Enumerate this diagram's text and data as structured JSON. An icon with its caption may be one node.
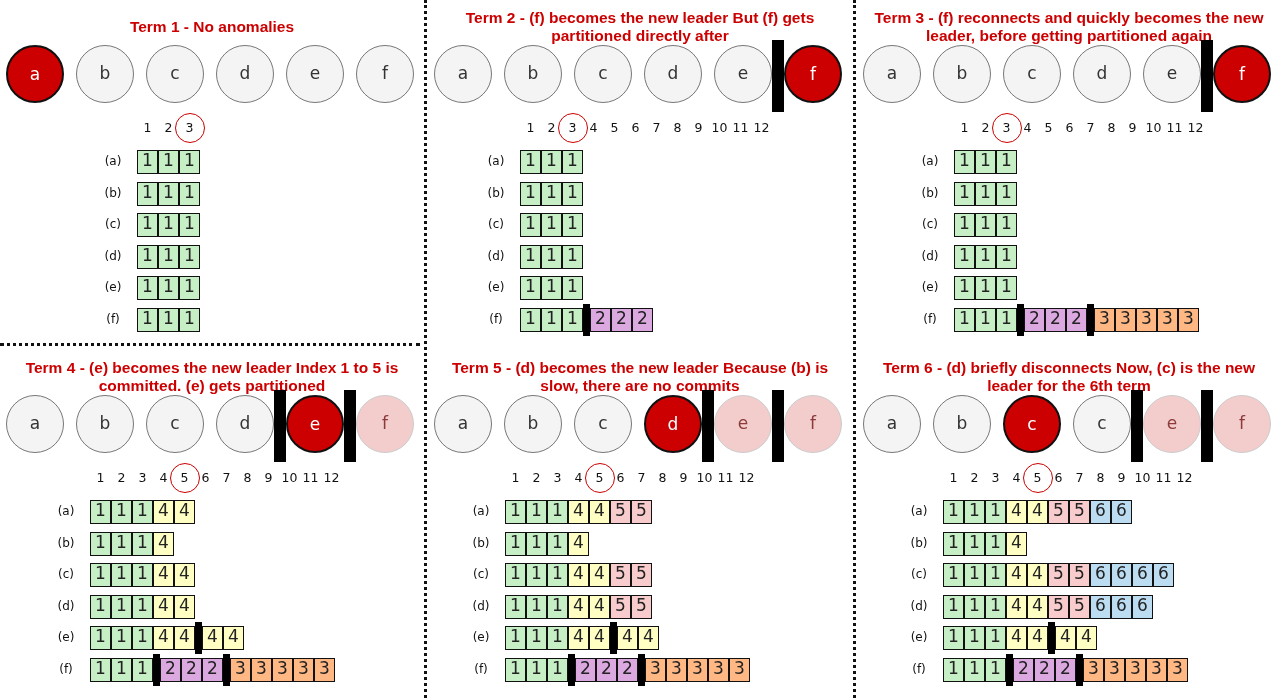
{
  "diagram": {
    "nodes": [
      {
        "text": [
          "a"
        ]
      },
      {
        "text": [
          "b"
        ]
      },
      {
        "text": [
          "c"
        ]
      },
      {
        "text": [
          "d"
        ]
      },
      {
        "text": [
          "e"
        ]
      },
      {
        "text": [
          "f"
        ]
      },
      {
        "text": [
          "1"
        ]
      },
      {
        "text": [
          "1"
        ]
      },
      {
        "text": [
          "1"
        ]
      },
      {
        "text": [
          "1"
        ]
      },
      {
        "text": [
          "1"
        ]
      },
      {
        "text": [
          "1"
        ]
      },
      {
        "text": [
          "1"
        ]
      },
      {
        "text": [
          "1"
        ]
      },
      {
        "text": [
          "1"
        ]
      },
      {
        "text": [
          "1"
        ]
      },
      {
        "text": [
          "1"
        ]
      },
      {
        "text": [
          "1"
        ]
      },
      {
        "text": [
          "1"
        ]
      },
      {
        "text": [
          "1"
        ]
      },
      {
        "text": [
          "1"
        ]
      },
      {
        "text": [
          "1"
        ]
      },
      {
        "text": [
          "1"
        ]
      },
      {
        "text": [
          "1"
        ]
      },
      {
        "text": [
          "a"
        ]
      },
      {
        "text": [
          "b"
        ]
      },
      {
        "text": [
          "c"
        ]
      },
      {
        "text": [
          "d"
        ]
      },
      {
        "text": [
          "e"
        ]
      },
      {
        "text": [
          "f"
        ]
      },
      {
        "text": [
          "1"
        ]
      },
      {
        "text": [
          "1"
        ]
      },
      {
        "text": [
          "1"
        ]
      },
      {
        "text": [
          "1"
        ]
      },
      {
        "text": [
          "1"
        ]
      },
      {
        "text": [
          "1"
        ]
      },
      {
        "text": [
          "1"
        ]
      },
      {
        "text": [
          "1"
        ]
      },
      {
        "text": [
          "1"
        ]
      },
      {
        "text": [
          "1"
        ]
      },
      {
        "text": [
          "1"
        ]
      },
      {
        "text": [
          "1"
        ]
      },
      {
        "text": [
          "1"
        ]
      },
      {
        "text": [
          "1"
        ]
      },
      {
        "text": [
          "1"
        ]
      },
      {
        "text": [
          "1"
        ]
      },
      {
        "text": [
          "1"
        ]
      },
      {
        "text": [
          "1"
        ]
      },
      {
        "text": [
          "2"
        ]
      },
      {
        "text": [
          "2"
        ]
      },
      {
        "text": [
          "2"
        ]
      },
      {
        "text": [
          "a"
        ]
      },
      {
        "text": [
          "b"
        ]
      },
      {
        "text": [
          "c"
        ]
      },
      {
        "text": [
          "d"
        ]
      },
      {
        "text": [
          "e"
        ]
      },
      {
        "text": [
          "f"
        ]
      },
      {
        "text": [
          "1"
        ]
      },
      {
        "text": [
          "1"
        ]
      },
      {
        "text": [
          "1"
        ]
      },
      {
        "text": [
          "1"
        ]
      },
      {
        "text": [
          "1"
        ]
      },
      {
        "text": [
          "1"
        ]
      },
      {
        "text": [
          "1"
        ]
      },
      {
        "text": [
          "1"
        ]
      },
      {
        "text": [
          "1"
        ]
      },
      {
        "text": [
          "1"
        ]
      },
      {
        "text": [
          "1"
        ]
      },
      {
        "text": [
          "1"
        ]
      },
      {
        "text": [
          "1"
        ]
      },
      {
        "text": [
          "1"
        ]
      },
      {
        "text": [
          "1"
        ]
      },
      {
        "text": [
          "1"
        ]
      },
      {
        "text": [
          "1"
        ]
      },
      {
        "text": [
          "1"
        ]
      },
      {
        "text": [
          "2"
        ]
      },
      {
        "text": [
          "2"
        ]
      },
      {
        "text": [
          "2"
        ]
      },
      {
        "text": [
          "3"
        ]
      },
      {
        "text": [
          "3"
        ]
      },
      {
        "text": [
          "3"
        ]
      },
      {
        "text": [
          "3"
        ]
      },
      {
        "text": [
          "3"
        ]
      },
      {
        "text": [
          "a"
        ]
      },
      {
        "text": [
          "b"
        ]
      },
      {
        "text": [
          "c"
        ]
      },
      {
        "text": [
          "d"
        ]
      },
      {
        "text": [
          "e"
        ]
      },
      {
        "text": [
          "f"
        ]
      },
      {
        "text": [
          "1"
        ]
      },
      {
        "text": [
          "1"
        ]
      },
      {
        "text": [
          "1"
        ]
      },
      {
        "text": [
          "4"
        ]
      },
      {
        "text": [
          "4"
        ]
      },
      {
        "text": [
          "1"
        ]
      },
      {
        "text": [
          "1"
        ]
      },
      {
        "text": [
          "1"
        ]
      },
      {
        "text": [
          "4"
        ]
      },
      {
        "text": [
          "1"
        ]
      },
      {
        "text": [
          "1"
        ]
      },
      {
        "text": [
          "1"
        ]
      },
      {
        "text": [
          "4"
        ]
      },
      {
        "text": [
          "4"
        ]
      },
      {
        "text": [
          "1"
        ]
      },
      {
        "text": [
          "1"
        ]
      },
      {
        "text": [
          "1"
        ]
      },
      {
        "text": [
          "4"
        ]
      },
      {
        "text": [
          "4"
        ]
      },
      {
        "text": [
          "1"
        ]
      },
      {
        "text": [
          "1"
        ]
      },
      {
        "text": [
          "1"
        ]
      },
      {
        "text": [
          "4"
        ]
      },
      {
        "text": [
          "4"
        ]
      },
      {
        "text": [
          "4"
        ]
      },
      {
        "text": [
          "4"
        ]
      },
      {
        "text": [
          "1"
        ]
      },
      {
        "text": [
          "1"
        ]
      },
      {
        "text": [
          "1"
        ]
      },
      {
        "text": [
          "2"
        ]
      },
      {
        "text": [
          "2"
        ]
      },
      {
        "text": [
          "2"
        ]
      },
      {
        "text": [
          "3"
        ]
      },
      {
        "text": [
          "3"
        ]
      },
      {
        "text": [
          "3"
        ]
      },
      {
        "text": [
          "3"
        ]
      },
      {
        "text": [
          "3"
        ]
      },
      {
        "text": [
          "a"
        ]
      },
      {
        "text": [
          "b"
        ]
      },
      {
        "text": [
          "c"
        ]
      },
      {
        "text": [
          "d"
        ]
      },
      {
        "text": [
          "e"
        ]
      },
      {
        "text": [
          "f"
        ]
      },
      {
        "text": [
          "1"
        ]
      },
      {
        "text": [
          "1"
        ]
      },
      {
        "text": [
          "1"
        ]
      },
      {
        "text": [
          "4"
        ]
      },
      {
        "text": [
          "4"
        ]
      },
      {
        "text": [
          "5"
        ]
      },
      {
        "text": [
          "5"
        ]
      },
      {
        "text": [
          "1"
        ]
      },
      {
        "text": [
          "1"
        ]
      },
      {
        "text": [
          "1"
        ]
      },
      {
        "text": [
          "4"
        ]
      },
      {
        "text": [
          "1"
        ]
      },
      {
        "text": [
          "1"
        ]
      },
      {
        "text": [
          "1"
        ]
      },
      {
        "text": [
          "4"
        ]
      },
      {
        "text": [
          "4"
        ]
      },
      {
        "text": [
          "5"
        ]
      },
      {
        "text": [
          "5"
        ]
      },
      {
        "text": [
          "1"
        ]
      },
      {
        "text": [
          "1"
        ]
      },
      {
        "text": [
          "1"
        ]
      },
      {
        "text": [
          "4"
        ]
      },
      {
        "text": [
          "4"
        ]
      },
      {
        "text": [
          "5"
        ]
      },
      {
        "text": [
          "5"
        ]
      },
      {
        "text": [
          "1"
        ]
      },
      {
        "text": [
          "1"
        ]
      },
      {
        "text": [
          "1"
        ]
      },
      {
        "text": [
          "4"
        ]
      },
      {
        "text": [
          "4"
        ]
      },
      {
        "text": [
          "4"
        ]
      },
      {
        "text": [
          "4"
        ]
      },
      {
        "text": [
          "1"
        ]
      },
      {
        "text": [
          "1"
        ]
      },
      {
        "text": [
          "1"
        ]
      },
      {
        "text": [
          "2"
        ]
      },
      {
        "text": [
          "2"
        ]
      },
      {
        "text": [
          "2"
        ]
      },
      {
        "text": [
          "3"
        ]
      },
      {
        "text": [
          "3"
        ]
      },
      {
        "text": [
          "3"
        ]
      },
      {
        "text": [
          "3"
        ]
      },
      {
        "text": [
          "3"
        ]
      },
      {
        "text": [
          "a"
        ]
      },
      {
        "text": [
          "b"
        ]
      },
      {
        "text": [
          "c"
        ]
      },
      {
        "text": [
          "c"
        ]
      },
      {
        "text": [
          "e"
        ]
      },
      {
        "text": [
          "f"
        ]
      },
      {
        "text": [
          "1"
        ]
      },
      {
        "text": [
          "1"
        ]
      },
      {
        "text": [
          "1"
        ]
      },
      {
        "text": [
          "4"
        ]
      },
      {
        "text": [
          "4"
        ]
      },
      {
        "text": [
          "5"
        ]
      },
      {
        "text": [
          "5"
        ]
      },
      {
        "text": [
          "6"
        ]
      },
      {
        "text": [
          "6"
        ]
      },
      {
        "text": [
          "1"
        ]
      },
      {
        "text": [
          "1"
        ]
      },
      {
        "text": [
          "1"
        ]
      },
      {
        "text": [
          "4"
        ]
      },
      {
        "text": [
          "1"
        ]
      },
      {
        "text": [
          "1"
        ]
      },
      {
        "text": [
          "1"
        ]
      },
      {
        "text": [
          "4"
        ]
      },
      {
        "text": [
          "4"
        ]
      },
      {
        "text": [
          "5"
        ]
      },
      {
        "text": [
          "5"
        ]
      },
      {
        "text": [
          "6"
        ]
      },
      {
        "text": [
          "6"
        ]
      },
      {
        "text": [
          "6"
        ]
      },
      {
        "text": [
          "6"
        ]
      },
      {
        "text": [
          "1"
        ]
      },
      {
        "text": [
          "1"
        ]
      },
      {
        "text": [
          "1"
        ]
      },
      {
        "text": [
          "4"
        ]
      },
      {
        "text": [
          "4"
        ]
      },
      {
        "text": [
          "5"
        ]
      },
      {
        "text": [
          "5"
        ]
      },
      {
        "text": [
          "6"
        ]
      },
      {
        "text": [
          "6"
        ]
      },
      {
        "text": [
          "6"
        ]
      },
      {
        "text": [
          "1"
        ]
      },
      {
        "text": [
          "1"
        ]
      },
      {
        "text": [
          "1"
        ]
      },
      {
        "text": [
          "4"
        ]
      },
      {
        "text": [
          "4"
        ]
      },
      {
        "text": [
          "4"
        ]
      },
      {
        "text": [
          "4"
        ]
      },
      {
        "text": [
          "1"
        ]
      },
      {
        "text": [
          "1"
        ]
      },
      {
        "text": [
          "1"
        ]
      },
      {
        "text": [
          "2"
        ]
      },
      {
        "text": [
          "2"
        ]
      },
      {
        "text": [
          "2"
        ]
      },
      {
        "text": [
          "3"
        ]
      },
      {
        "text": [
          "3"
        ]
      },
      {
        "text": [
          "3"
        ]
      },
      {
        "text": [
          "3"
        ]
      },
      {
        "text": [
          "3"
        ]
      }
    ],
    "labels": [
      "Term 1 - No anomalies",
      "1",
      "2",
      "3",
      "(a)",
      "(b)",
      "(c)",
      "(d)",
      "(e)",
      "(f)",
      "Term 2 - (f) becomes the new leader But (f) gets partitioned directly after",
      "1",
      "2",
      "3",
      "4",
      "5",
      "6",
      "7",
      "8",
      "9",
      "10",
      "11",
      "12",
      "(a)",
      "(b)",
      "(c)",
      "(d)",
      "(e)",
      "(f)",
      "Term 3 - (f) reconnects and quickly becomes the new leader, before getting partitioned again",
      "1",
      "2",
      "3",
      "4",
      "5",
      "6",
      "7",
      "8",
      "9",
      "10",
      "11",
      "12",
      "(a)",
      "(b)",
      "(c)",
      "(d)",
      "(e)",
      "(f)",
      "Term 4 - (e) becomes the new leader Index 1 to 5 is committed. (e) gets partitioned",
      "1",
      "2",
      "3",
      "4",
      "5",
      "6",
      "7",
      "8",
      "9",
      "10",
      "11",
      "12",
      "(a)",
      "(b)",
      "(c)",
      "(d)",
      "(e)",
      "(f)",
      "Term 5 - (d) becomes the new leader Because (b) is slow, there are no commits",
      "1",
      "2",
      "3",
      "4",
      "5",
      "6",
      "7",
      "8",
      "9",
      "10",
      "11",
      "12",
      "(a)",
      "(b)",
      "(c)",
      "(d)",
      "(e)",
      "(f)",
      "Term 6 - (d) briefly disconnects Now, (c) is the new leader for the 6th term",
      "1",
      "2",
      "3",
      "4",
      "5",
      "6",
      "7",
      "8",
      "9",
      "10",
      "11",
      "12",
      "(a)",
      "(b)",
      "(c)",
      "(d)",
      "(e)",
      "(f)"
    ]
  }
}
